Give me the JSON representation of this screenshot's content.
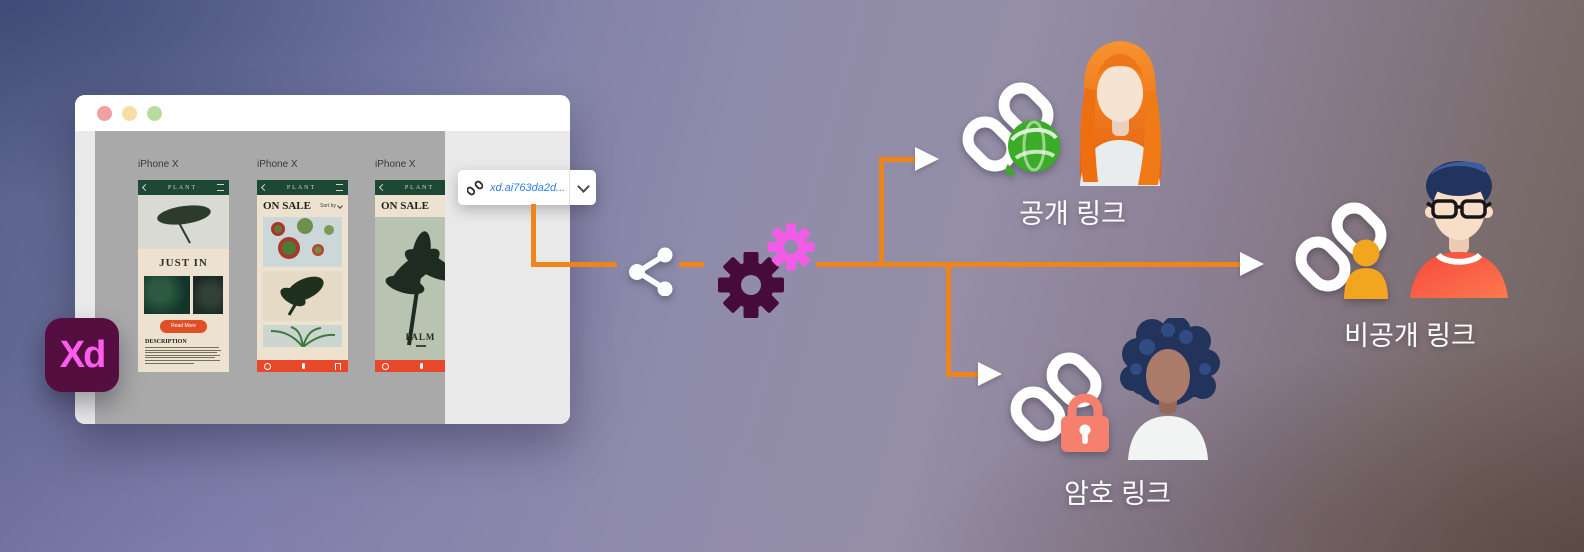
{
  "colors": {
    "arrow": "#F0841C",
    "xd_tile_bg": "#540F40",
    "xd_tile_text": "#FF5CF0",
    "gear_dark": "#470B3A",
    "gear_pink": "#F25CE6",
    "app_header_green": "#1D4836",
    "app_accent_orange": "#E8482A",
    "app_beige": "#EDE1CF",
    "globe_badge_green": "#3CAC28",
    "lock_badge_salmon": "#F5806D",
    "person_badge_amber": "#F2A51E"
  },
  "browser": {
    "window_controls": [
      "close",
      "minimize",
      "zoom"
    ],
    "artboards": [
      {
        "device": "iPhone X",
        "header": "PLANT",
        "headline": "JUST IN",
        "button": "Read More",
        "section_title": "DESCRIPTION"
      },
      {
        "device": "iPhone X",
        "header": "PLANT",
        "headline": "ON SALE",
        "sort_label": "Sort by"
      },
      {
        "device": "iPhone X",
        "header": "PLANT",
        "headline": "ON SALE",
        "product_name": "PALM"
      }
    ]
  },
  "share_pill": {
    "url": "xd.ai763da2d..."
  },
  "xd_logo": {
    "text": "Xd"
  },
  "destinations": [
    {
      "id": "public",
      "label": "공개 링크",
      "badge": "globe-icon"
    },
    {
      "id": "password",
      "label": "암호 링크",
      "badge": "lock-icon"
    },
    {
      "id": "private",
      "label": "비공개 링크",
      "badge": "person-icon"
    }
  ]
}
